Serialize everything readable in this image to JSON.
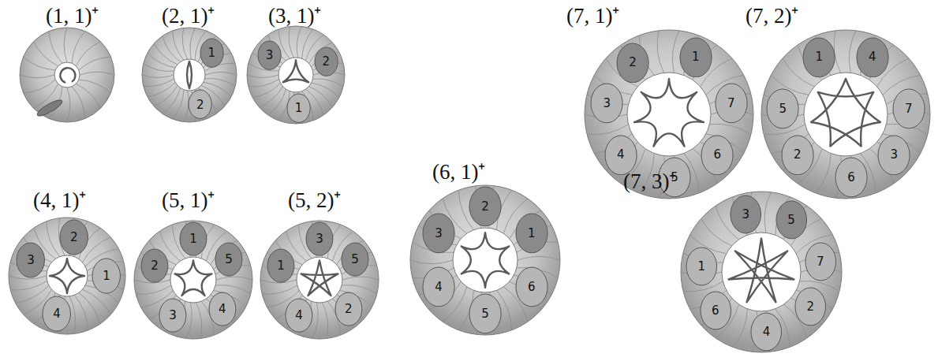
{
  "diagram": {
    "nodes": [
      {
        "text": [
          "1"
        ]
      },
      {
        "text": [
          "2"
        ]
      },
      {
        "text": [
          "3"
        ]
      },
      {
        "text": [
          "2"
        ]
      },
      {
        "text": [
          "1"
        ]
      },
      {
        "text": [
          "2"
        ]
      },
      {
        "text": [
          "1"
        ]
      },
      {
        "text": [
          "7"
        ]
      },
      {
        "text": [
          "6"
        ]
      },
      {
        "text": [
          "5"
        ]
      },
      {
        "text": [
          "4"
        ]
      },
      {
        "text": [
          "3"
        ]
      },
      {
        "text": [
          "1"
        ]
      },
      {
        "text": [
          "4"
        ]
      },
      {
        "text": [
          "7"
        ]
      },
      {
        "text": [
          "3"
        ]
      },
      {
        "text": [
          "6"
        ]
      },
      {
        "text": [
          "2"
        ]
      },
      {
        "text": [
          "5"
        ]
      },
      {
        "text": [
          "2"
        ]
      },
      {
        "text": [
          "3"
        ]
      },
      {
        "text": [
          "1"
        ]
      },
      {
        "text": [
          "4"
        ]
      },
      {
        "text": [
          "1"
        ]
      },
      {
        "text": [
          "5"
        ]
      },
      {
        "text": [
          "4"
        ]
      },
      {
        "text": [
          "3"
        ]
      },
      {
        "text": [
          "2"
        ]
      },
      {
        "text": [
          "3"
        ]
      },
      {
        "text": [
          "5"
        ]
      },
      {
        "text": [
          "2"
        ]
      },
      {
        "text": [
          "4"
        ]
      },
      {
        "text": [
          "1"
        ]
      },
      {
        "text": [
          "2"
        ]
      },
      {
        "text": [
          "1"
        ]
      },
      {
        "text": [
          "6"
        ]
      },
      {
        "text": [
          "5"
        ]
      },
      {
        "text": [
          "4"
        ]
      },
      {
        "text": [
          "3"
        ]
      },
      {
        "text": [
          "3"
        ]
      },
      {
        "text": [
          "5"
        ]
      },
      {
        "text": [
          "7"
        ]
      },
      {
        "text": [
          "2"
        ]
      },
      {
        "text": [
          "4"
        ]
      },
      {
        "text": [
          "6"
        ]
      },
      {
        "text": [
          "1"
        ]
      }
    ],
    "labels": [
      "(1, 1)⁺",
      "(2, 1)⁺",
      "(3, 1)⁺",
      "(7, 1)⁺",
      "(7, 2)⁺",
      "(4, 1)⁺",
      "(5, 1)⁺",
      "(5, 2)⁺",
      "(6, 1)⁺",
      "(7, 3)⁺"
    ]
  }
}
